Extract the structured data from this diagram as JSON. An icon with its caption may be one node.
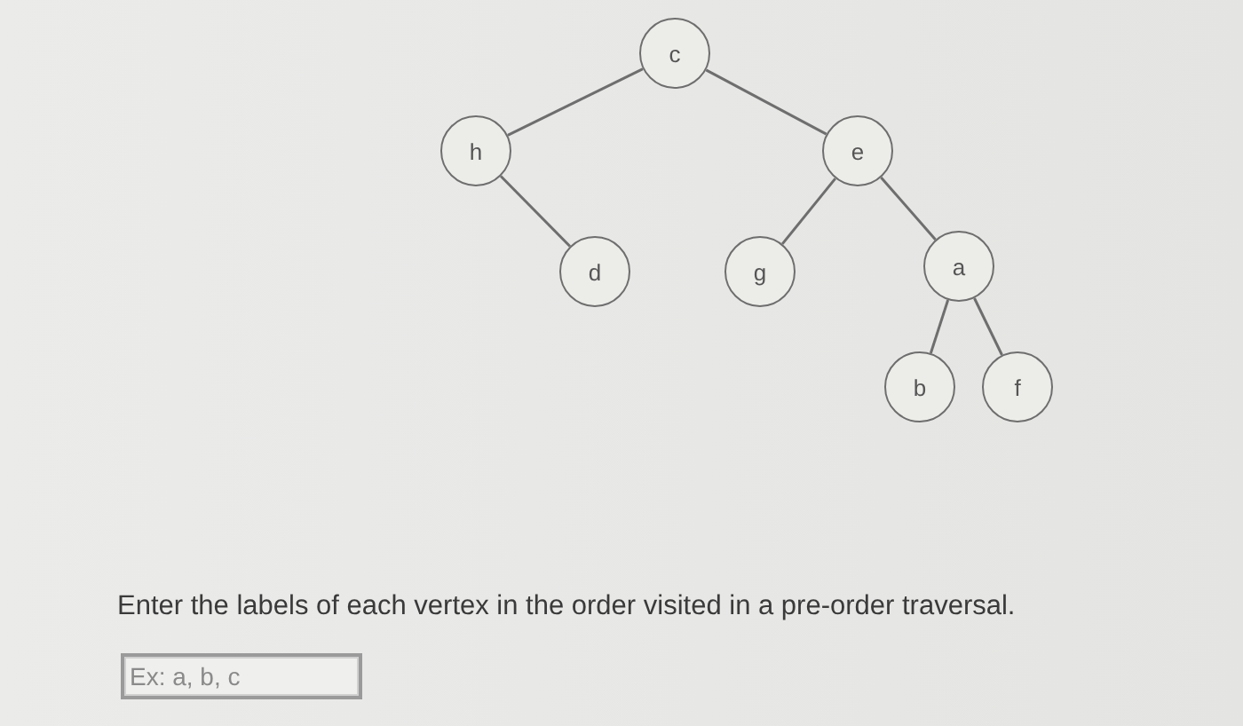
{
  "diagram": {
    "nodes": [
      {
        "text": [
          "c"
        ]
      },
      {
        "text": [
          "h"
        ]
      },
      {
        "text": [
          "e"
        ]
      },
      {
        "text": [
          "d"
        ]
      },
      {
        "text": [
          "g"
        ]
      },
      {
        "text": [
          "a"
        ]
      },
      {
        "text": [
          "b"
        ]
      },
      {
        "text": [
          "f"
        ]
      }
    ],
    "edges": [
      {
        "from": 0,
        "to": 1,
        "arrow": "none"
      },
      {
        "from": 0,
        "to": 2,
        "arrow": "none"
      },
      {
        "from": 1,
        "to": 3,
        "arrow": "none"
      },
      {
        "from": 2,
        "to": 4,
        "arrow": "none"
      },
      {
        "from": 2,
        "to": 5,
        "arrow": "none"
      },
      {
        "from": 5,
        "to": 6,
        "arrow": "none"
      },
      {
        "from": 5,
        "to": 7,
        "arrow": "none"
      }
    ],
    "labels": [
      "Enter the labels of each vertex in the order visited in a pre-order traversal.",
      "Ex: a, b, c"
    ]
  }
}
